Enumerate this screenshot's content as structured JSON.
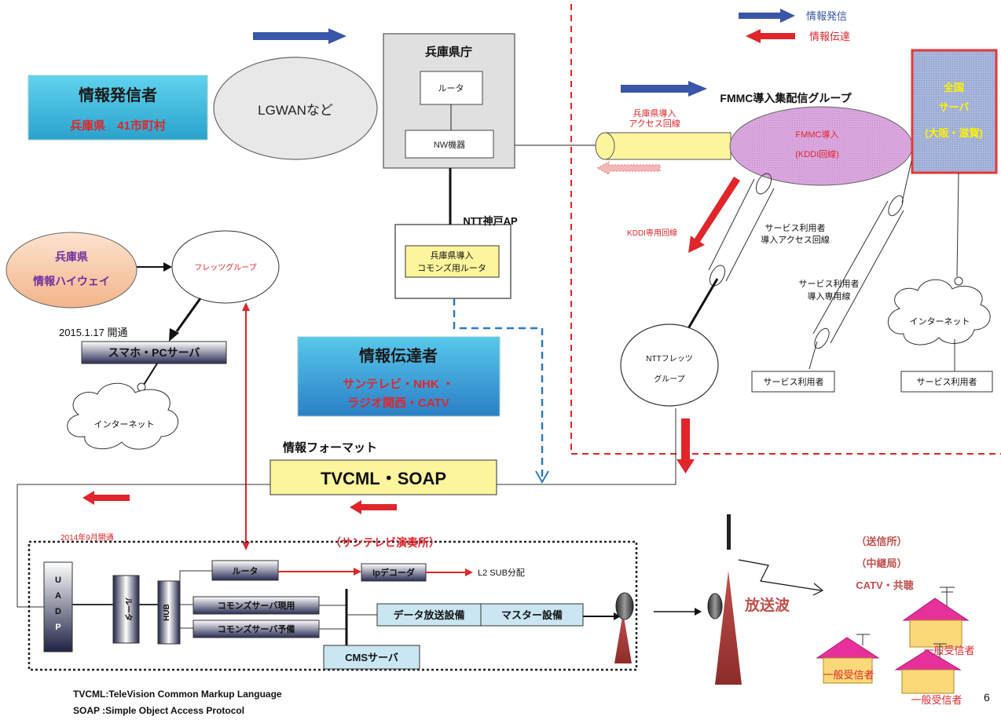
{
  "legend": {
    "hasshin": "情報発信",
    "dentatsu": "情報伝達"
  },
  "sender": {
    "title": "情報発信者",
    "sub": "兵庫県　41市町村"
  },
  "lgwan": "LGWANなど",
  "pref": {
    "title": "兵庫県庁",
    "router": "ルータ",
    "nw": "NW機器"
  },
  "ntt_kobe": {
    "title": "NTT神戸AP",
    "line1": "兵庫県導入",
    "line2": "コモンズ用ルータ"
  },
  "fmmc": {
    "group": "FMMC導入集配信グループ",
    "access1": "兵庫県導入",
    "access2": "アクセス回線",
    "node1": "FMMC導入",
    "node2": "(KDDI回線)",
    "server1": "全国",
    "server2": "サーバ",
    "server3": "(大阪・滋賀)",
    "kddi": "KDDI専用回線",
    "svc_access1": "サービス利用者",
    "svc_access2": "導入アクセス回線",
    "svc_line1": "サービス利用者",
    "svc_line2": "導入専用線",
    "internet": "インターネット",
    "user1": "サービス利用者",
    "user2": "サービス利用者",
    "flets1": "NTTフレッツ",
    "flets2": "グループ"
  },
  "highway": {
    "line1": "兵庫県",
    "line2": "情報ハイウェイ"
  },
  "flets_group": "フレッツグループ",
  "open_date": "2015.1.17  開通",
  "smapho": "スマホ・PCサーバ",
  "internet_left": "インターネット",
  "receiver": {
    "title": "情報伝達者",
    "line1": "サンテレビ・NHK  ・",
    "line2": "ラジオ関西・CATV"
  },
  "format": {
    "label": "情報フォーマット",
    "box": "TVCML・SOAP"
  },
  "studio": {
    "date": "2014年9月開通",
    "title": "（サンテレビ演奏所）",
    "uadp": [
      "U",
      "A",
      "D",
      "P"
    ],
    "router_v": "ルータ",
    "hub": "HUB",
    "router": "ルータ",
    "ip_decoder": "Ipデコーダ",
    "l2": "L2  SUB分配",
    "commons_main": "コモンズサーバ現用",
    "commons_backup": "コモンズサーバ予備",
    "data_broadcast": "データ放送設備",
    "master": "マスター設備",
    "cms": "CMSサーバ"
  },
  "broadcast": {
    "wave": "放送波",
    "station": "（送信所）",
    "relay": "（中継局）",
    "catv": "CATV・共聴",
    "recv1": "一般受信者",
    "recv2": "一般受信者",
    "recv3": "一般受信者"
  },
  "page_no": "6",
  "footer": {
    "tvcml": "TVCML:TeleVision Common Markup Language",
    "soap": "SOAP   :Simple Object Access Protocol"
  },
  "colors": {
    "blue_arrow": "#3a56a8",
    "red": "#e0262b",
    "cyan_box": "#3eb5d8",
    "yellow": "#fdf59b",
    "server_border": "#e03a3a"
  }
}
